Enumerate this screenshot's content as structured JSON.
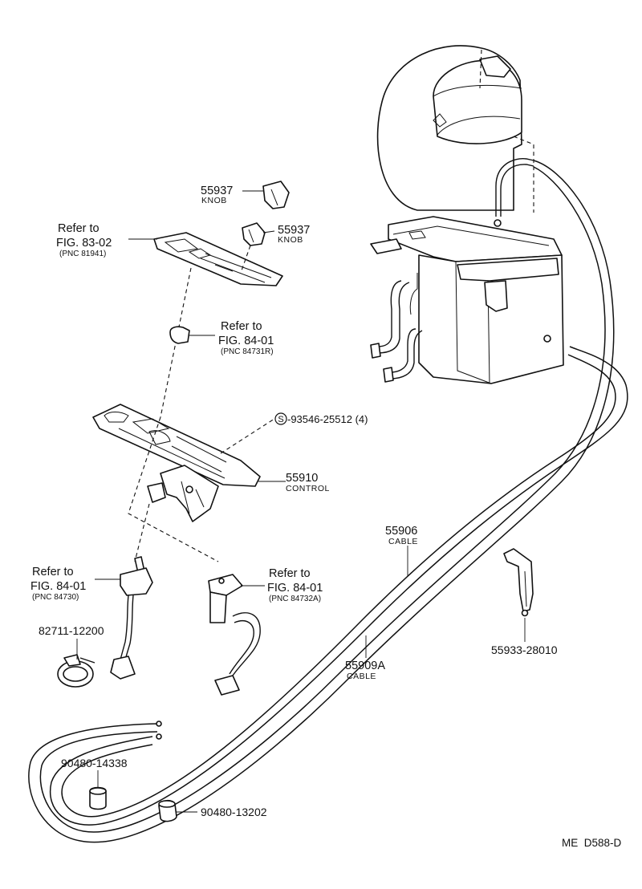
{
  "diagram": {
    "parts": {
      "knob_upper": {
        "number": "55937",
        "name": "KNOB"
      },
      "knob_lower": {
        "number": "55937",
        "name": "KNOB"
      },
      "panel_ref": {
        "refer": "Refer to",
        "fig": "FIG. 83-02",
        "pnc": "(PNC 81941)"
      },
      "knob_ref": {
        "refer": "Refer to",
        "fig": "FIG. 84-01",
        "pnc": "(PNC 84731R)"
      },
      "screw": {
        "symbol": "S",
        "number": "-93546-25512 (4)"
      },
      "control": {
        "number": "55910",
        "name": "CONTROL"
      },
      "switch_left_ref": {
        "refer": "Refer to",
        "fig": "FIG. 84-01",
        "pnc": "(PNC 84730)"
      },
      "switch_right_ref": {
        "refer": "Refer to",
        "fig": "FIG. 84-01",
        "pnc": "(PNC 84732A)"
      },
      "clamp": {
        "number": "82711-12200"
      },
      "cable_upper": {
        "number": "55906",
        "name": "CABLE"
      },
      "cable_lower": {
        "number": "55909A",
        "name": "CABLE"
      },
      "bracket": {
        "number": "55933-28010"
      },
      "grommet_left": {
        "number": "90480-14338"
      },
      "grommet_right": {
        "number": "90480-13202"
      }
    },
    "code": "ME  D588-D"
  }
}
